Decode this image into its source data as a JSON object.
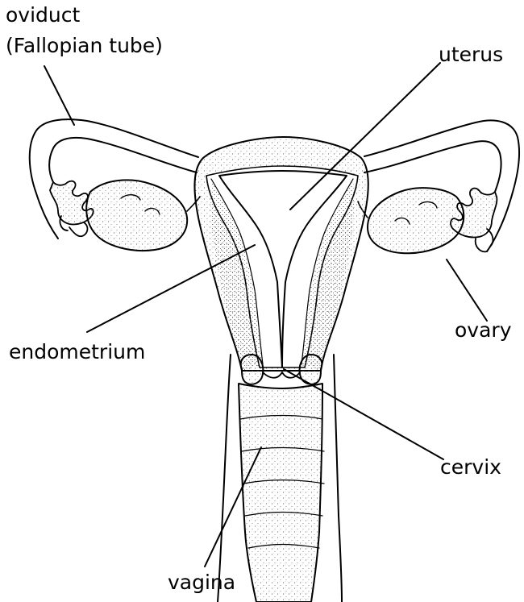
{
  "labels": {
    "oviduct": "oviduct",
    "fallopian_tube": "(Fallopian tube)",
    "uterus": "uterus",
    "endometrium": "endometrium",
    "ovary": "ovary",
    "cervix": "cervix",
    "vagina": "vagina"
  },
  "colors": {
    "ink": "#000000",
    "stipple": "#6a6a6a",
    "background": "#ffffff"
  }
}
